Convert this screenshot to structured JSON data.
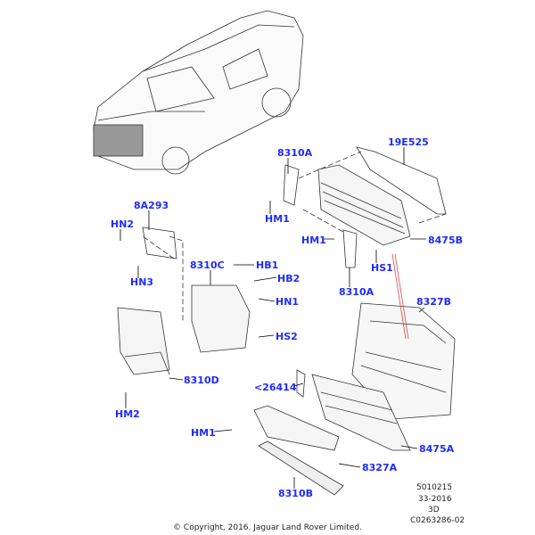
{
  "callouts": {
    "c8310A_top": "8310A",
    "c19E525": "19E525",
    "c8A293": "8A293",
    "cHN2": "HN2",
    "cHM1_a": "HM1",
    "cHM1_b": "HM1",
    "c8475B": "8475B",
    "cHS1": "HS1",
    "c8310C": "8310C",
    "cHB1": "HB1",
    "cHB2": "HB2",
    "cHN3": "HN3",
    "c8310A_mid": "8310A",
    "cHN1": "HN1",
    "c8327B": "8327B",
    "cHS2": "HS2",
    "c8310D": "8310D",
    "c26414": "<26414",
    "cHM2": "HM2",
    "cHM1_c": "HM1",
    "c8475A": "8475A",
    "c8327A": "8327A",
    "c8310B": "8310B"
  },
  "notes": [
    "5010215",
    "33-2016",
    "3D",
    "C0263286-02"
  ],
  "copyright": "© Copyright, 2016. Jaguar Land Rover Limited.",
  "colors": {
    "callout": "#1f2bff",
    "line": "#000000",
    "highlight": "#e04040"
  }
}
